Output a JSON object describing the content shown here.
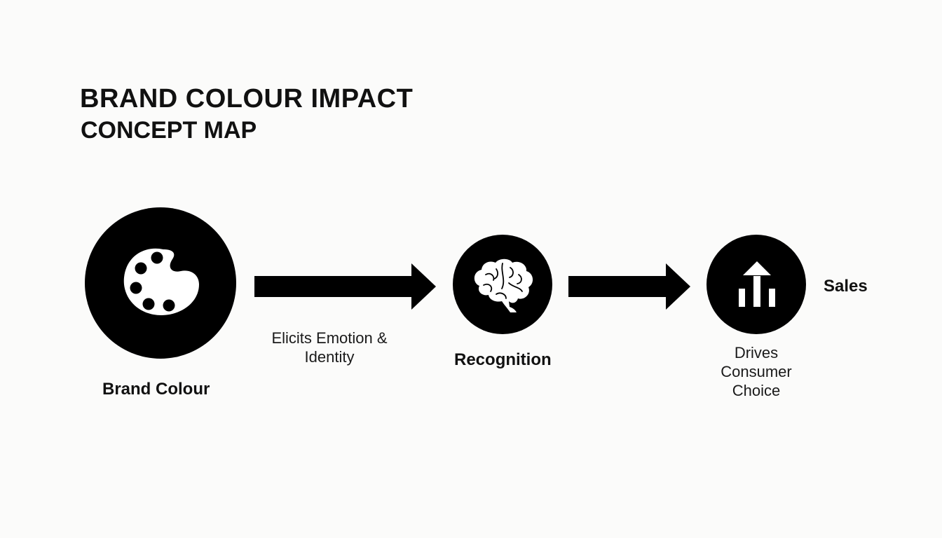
{
  "header": {
    "title": "BRAND COLOUR IMPACT",
    "subtitle": "CONCEPT MAP"
  },
  "nodes": [
    {
      "id": "brand-colour",
      "label": "Brand Colour",
      "icon": "palette-icon"
    },
    {
      "id": "recognition",
      "label": "Recognition",
      "icon": "brain-icon"
    },
    {
      "id": "sales",
      "label": "Sales",
      "icon": "bar-chart-up-icon"
    }
  ],
  "edges": [
    {
      "from": "brand-colour",
      "to": "recognition",
      "label_line1": "Elicits Emotion &",
      "label_line2": "Identity"
    },
    {
      "from": "recognition",
      "to": "sales",
      "label_line1": "Drives",
      "label_line2": "Consumer",
      "label_line3": "Choice"
    }
  ],
  "colors": {
    "background": "#fbfbfa",
    "node_fill": "#000000",
    "icon_fill": "#ffffff",
    "text": "#111111"
  }
}
